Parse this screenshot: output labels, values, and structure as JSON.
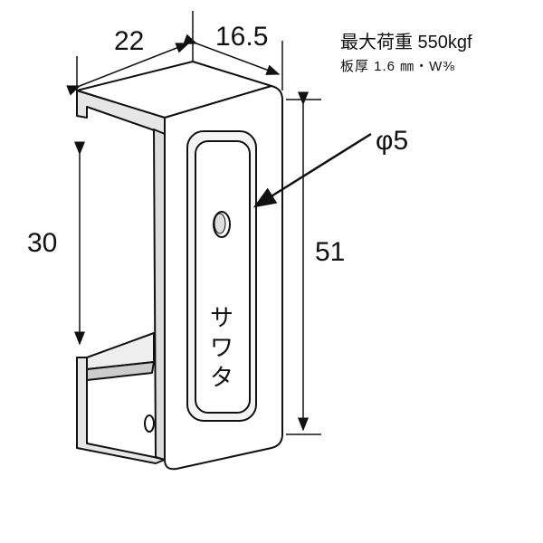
{
  "specs": {
    "max_load": "最大荷重 550kgf",
    "thickness": "板厚 1.6 ㎜・W⅜"
  },
  "dimensions": {
    "width": "22",
    "depth": "16.5",
    "inner_height": "30",
    "height": "51",
    "hole": "φ5"
  },
  "stamp": [
    "サ",
    "ワ",
    "タ"
  ],
  "colors": {
    "line": "#111111",
    "fill": "#ffffff",
    "shade": "#dcdcdc"
  }
}
